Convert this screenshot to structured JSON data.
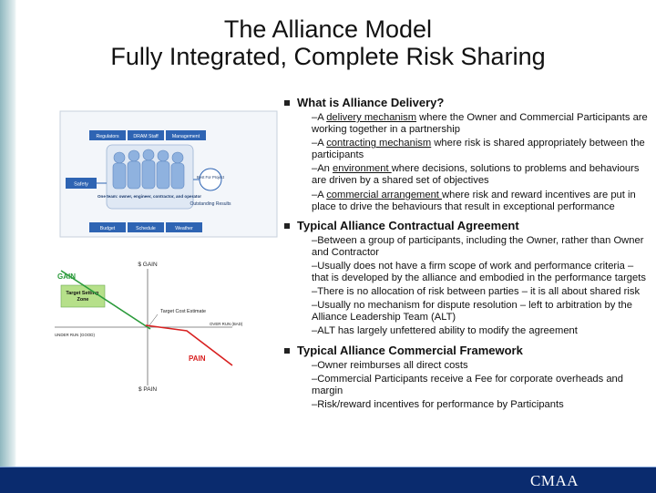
{
  "slide": {
    "title_line1": "The Alliance Model",
    "title_line2": "Fully Integrated, Complete Risk Sharing"
  },
  "diagram_alliance": {
    "labels": {
      "regulators": "Regulators",
      "dram_staff": "DRAM Staff",
      "management": "Management",
      "safety": "Safety",
      "team": "One team: owner, engineer, contractor, and operator",
      "best_for_project": "Best For Project",
      "outstanding_results": "Outstanding Results",
      "budget": "Budget",
      "schedule": "Schedule",
      "weather": "Weather"
    },
    "colors": {
      "box_fill": "#2e64b3",
      "people_fill": "#8fb2df",
      "frame": "#c7d0dc"
    }
  },
  "diagram_risk": {
    "labels": {
      "gain_money": "$ GAIN",
      "gain": "GAIN",
      "target_zone": "Target Setting Zone",
      "target_cost": "Target Cost Estimate",
      "over_run": "OVER RUN (BAD)",
      "under_run": "UNDER RUN (GOOD)",
      "pain": "PAIN",
      "pain_money": "$ PAIN"
    },
    "colors": {
      "gain": "#2a9a3a",
      "pain": "#d82020",
      "zone": "#b6e08a"
    }
  },
  "sections": [
    {
      "heading": "What is Alliance Delivery?",
      "items": [
        {
          "pre": "–A ",
          "u": "delivery mechanism",
          "post": " where the Owner and Commercial Participants are working together in a partnership"
        },
        {
          "pre": "–A ",
          "u": "contracting mechanism",
          "post": " where risk is shared appropriately between the participants"
        },
        {
          "pre": "–An ",
          "u": "environment ",
          "post": "where decisions, solutions to problems and behaviours are driven by a shared set of objectives"
        },
        {
          "pre": "–A ",
          "u": "commercial arrangement ",
          "post": "where risk and reward incentives are put in place to drive the behaviours that result in exceptional performance"
        }
      ]
    },
    {
      "heading": "Typical Alliance Contractual Agreement",
      "items": [
        {
          "pre": "–Between a group of participants, including the Owner, rather than Owner and Contractor",
          "u": "",
          "post": ""
        },
        {
          "pre": "–Usually does not have a firm scope of work and performance criteria – that is developed by the alliance and embodied in the performance targets",
          "u": "",
          "post": ""
        },
        {
          "pre": "–There is no allocation of risk between parties – it is all about shared risk",
          "u": "",
          "post": ""
        },
        {
          "pre": "–Usually no mechanism for dispute resolution – left to arbitration by the Alliance Leadership Team (ALT)",
          "u": "",
          "post": ""
        },
        {
          "pre": "–ALT has largely unfettered ability to modify the agreement",
          "u": "",
          "post": ""
        }
      ]
    },
    {
      "heading": "Typical Alliance Commercial Framework",
      "items": [
        {
          "pre": "–Owner reimburses all direct costs",
          "u": "",
          "post": ""
        },
        {
          "pre": "–Commercial Participants receive a Fee for corporate overheads and margin",
          "u": "",
          "post": ""
        },
        {
          "pre": "–Risk/reward incentives for performance by Participants",
          "u": "",
          "post": ""
        }
      ]
    }
  ],
  "footer": {
    "org": "CMAA",
    "bar_color": "#0a2b6e"
  }
}
